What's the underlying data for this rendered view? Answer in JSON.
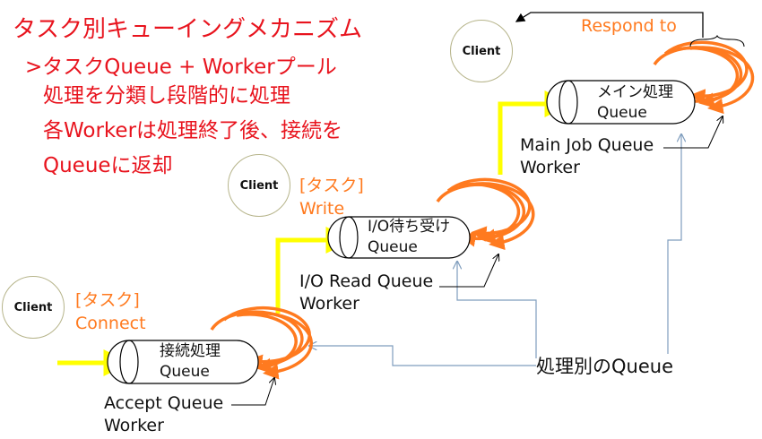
{
  "title": "タスク別キューイングメカニズム",
  "bullets": [
    ">タスクQueue + Workerプール",
    "処理を分類し段階的に処理",
    "各Workerは処理終了後、接続を",
    "Queueに返却"
  ],
  "clients": [
    "Client",
    "Client",
    "Client"
  ],
  "task_labels": [
    {
      "line1": "[タスク]",
      "line2": "Connect"
    },
    {
      "line1": "[タスク]",
      "line2": "Write"
    }
  ],
  "respond_label": "Respond to",
  "queues": [
    {
      "line1": "接続処理",
      "line2": "Queue",
      "worker1": "Accept Queue",
      "worker2": "Worker"
    },
    {
      "line1": "I/O待ち受け",
      "line2": "Queue",
      "worker1": "I/O Read Queue",
      "worker2": "Worker"
    },
    {
      "line1": "メイン処理",
      "line2": "Queue",
      "worker1": "Main Job Queue",
      "worker2": "Worker"
    }
  ],
  "queue_by_process_label": "処理別のQueue",
  "colors": {
    "red": "#e8141e",
    "orange": "#ff7a1f",
    "yellow": "#ffff00",
    "blue_line": "#7f9dbd"
  }
}
